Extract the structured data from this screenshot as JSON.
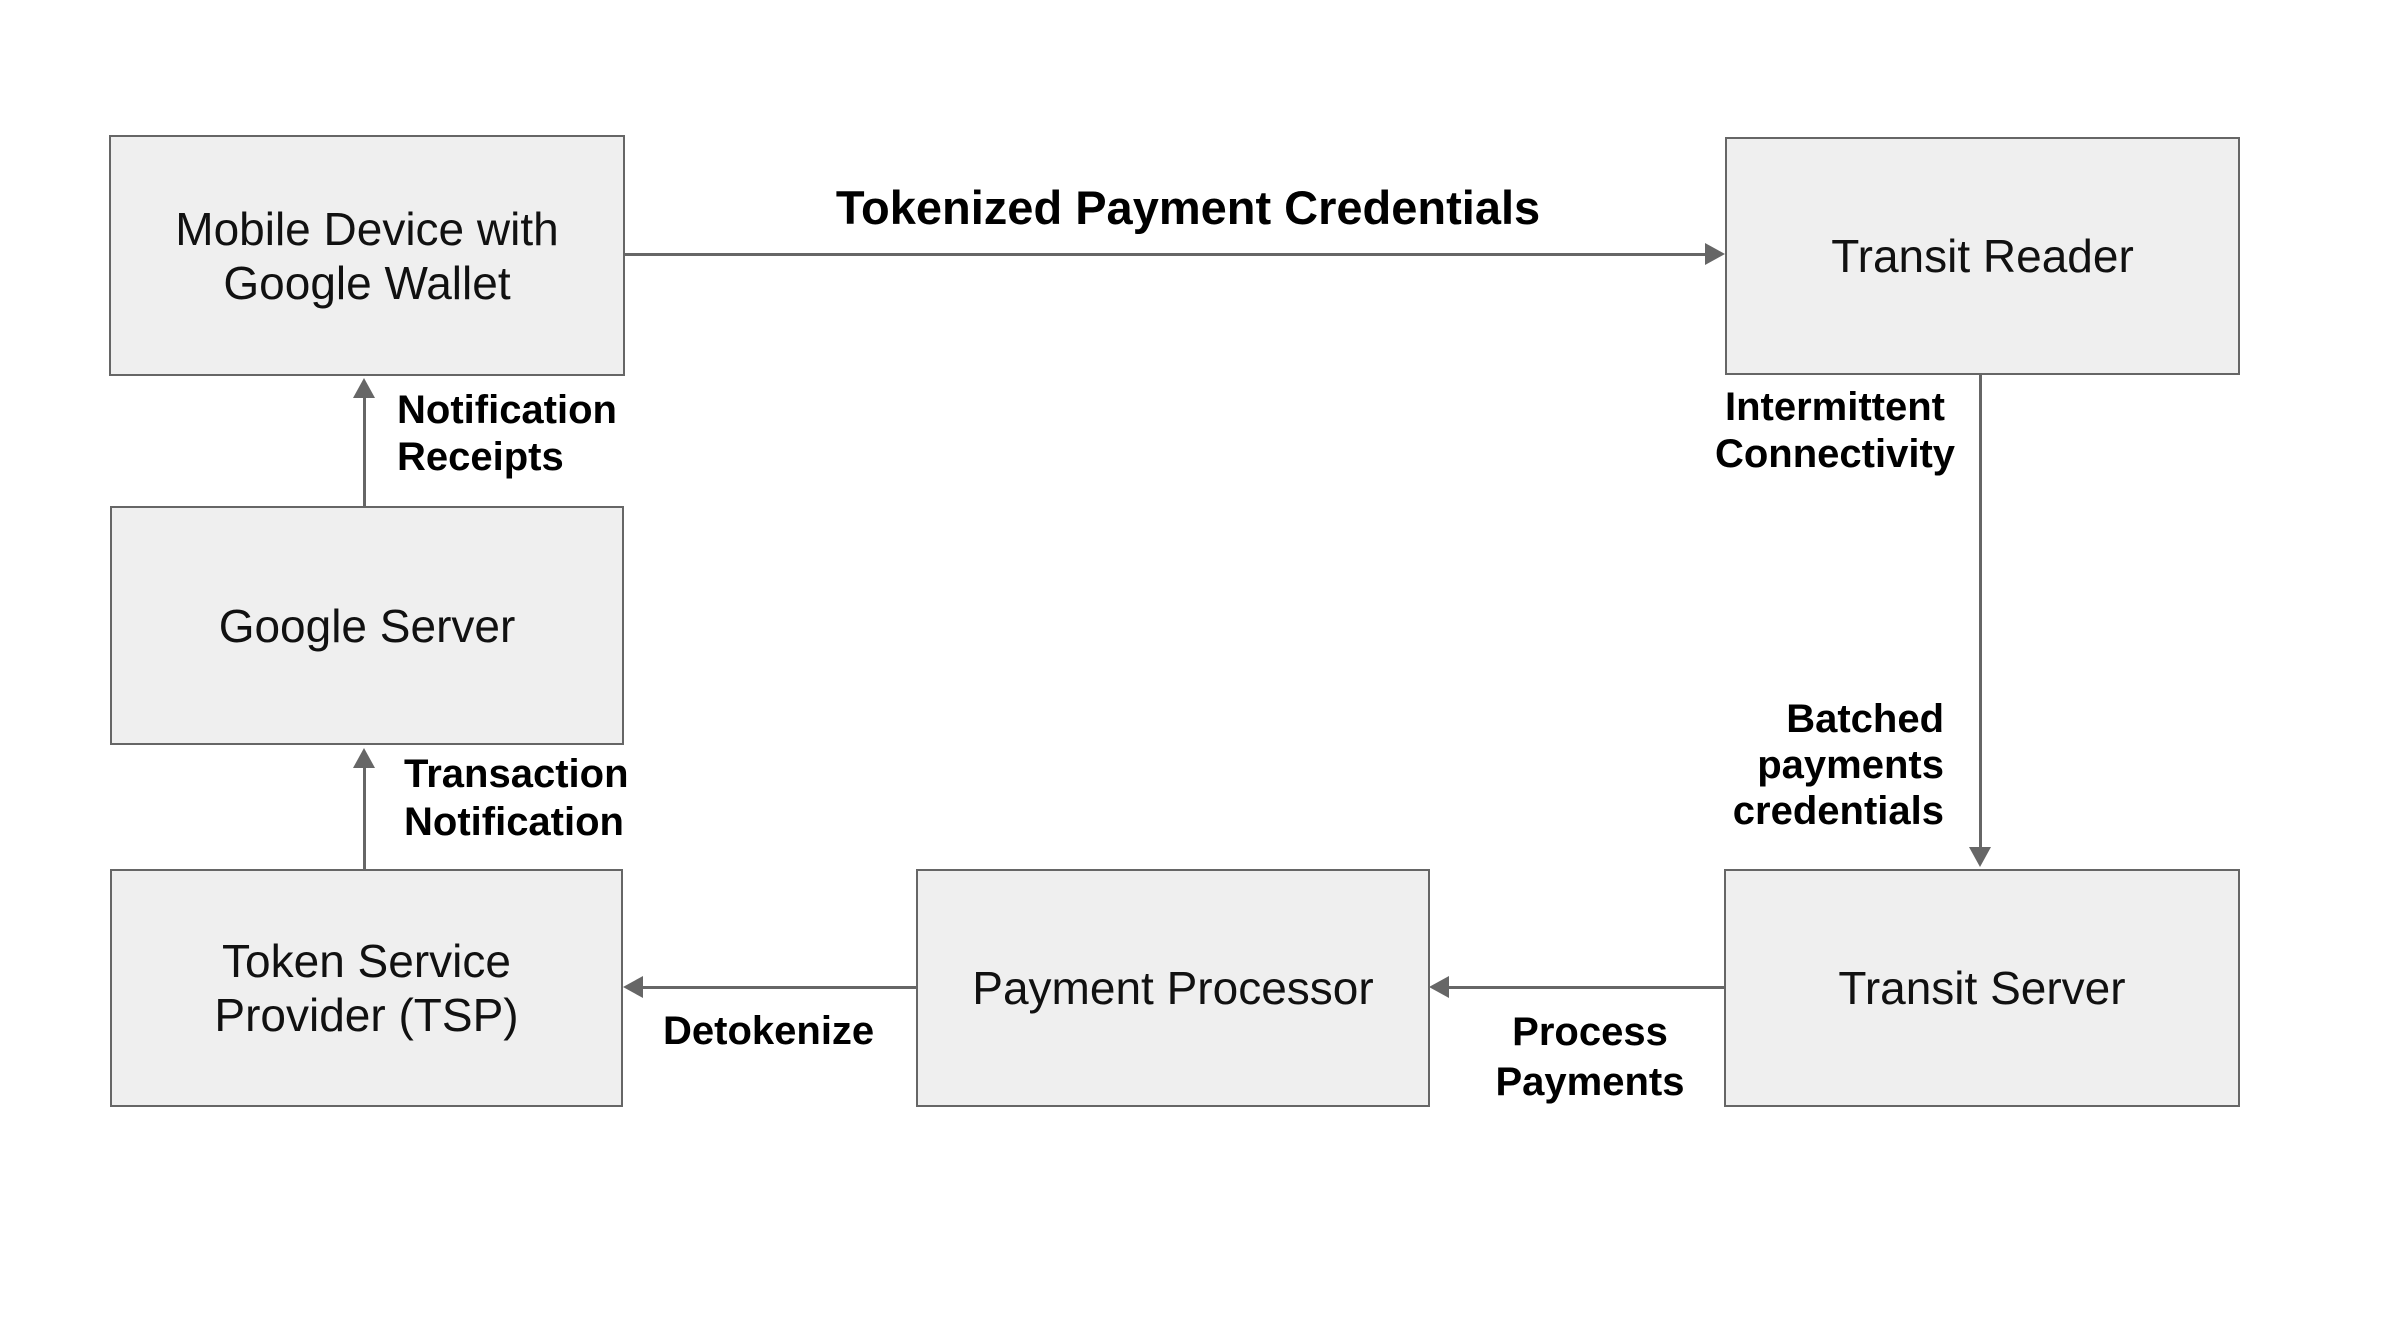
{
  "diagram": {
    "title": "Tokenized Payment Credentials",
    "background_color": "#ffffff",
    "box_fill_color": "#efefef",
    "box_border_color": "#666666",
    "arrow_color": "#666666",
    "text_color": "#000000"
  },
  "nodes": {
    "mobile": {
      "lines": [
        "Mobile Device with",
        "Google Wallet"
      ]
    },
    "transit_reader": {
      "lines": [
        "Transit Reader"
      ]
    },
    "google_server": {
      "lines": [
        "Google Server"
      ]
    },
    "tsp": {
      "lines": [
        "Token Service",
        "Provider (TSP)"
      ]
    },
    "payment_processor": {
      "lines": [
        "Payment Processor"
      ]
    },
    "transit_server": {
      "lines": [
        "Transit Server"
      ]
    }
  },
  "edge_labels": {
    "tokenized": {
      "lines": [
        "Tokenized Payment Credentials"
      ]
    },
    "notification_receipts": {
      "lines": [
        "Notification",
        "Receipts"
      ]
    },
    "transaction_notification": {
      "lines": [
        "Transaction",
        "Notification"
      ]
    },
    "intermittent_connectivity": {
      "lines": [
        "Intermittent",
        "Connectivity"
      ]
    },
    "batched": {
      "lines": [
        "Batched",
        "payments",
        "credentials"
      ]
    },
    "process_payments": {
      "lines": [
        "Process",
        "Payments"
      ]
    },
    "detokenize": {
      "lines": [
        "Detokenize"
      ]
    }
  }
}
